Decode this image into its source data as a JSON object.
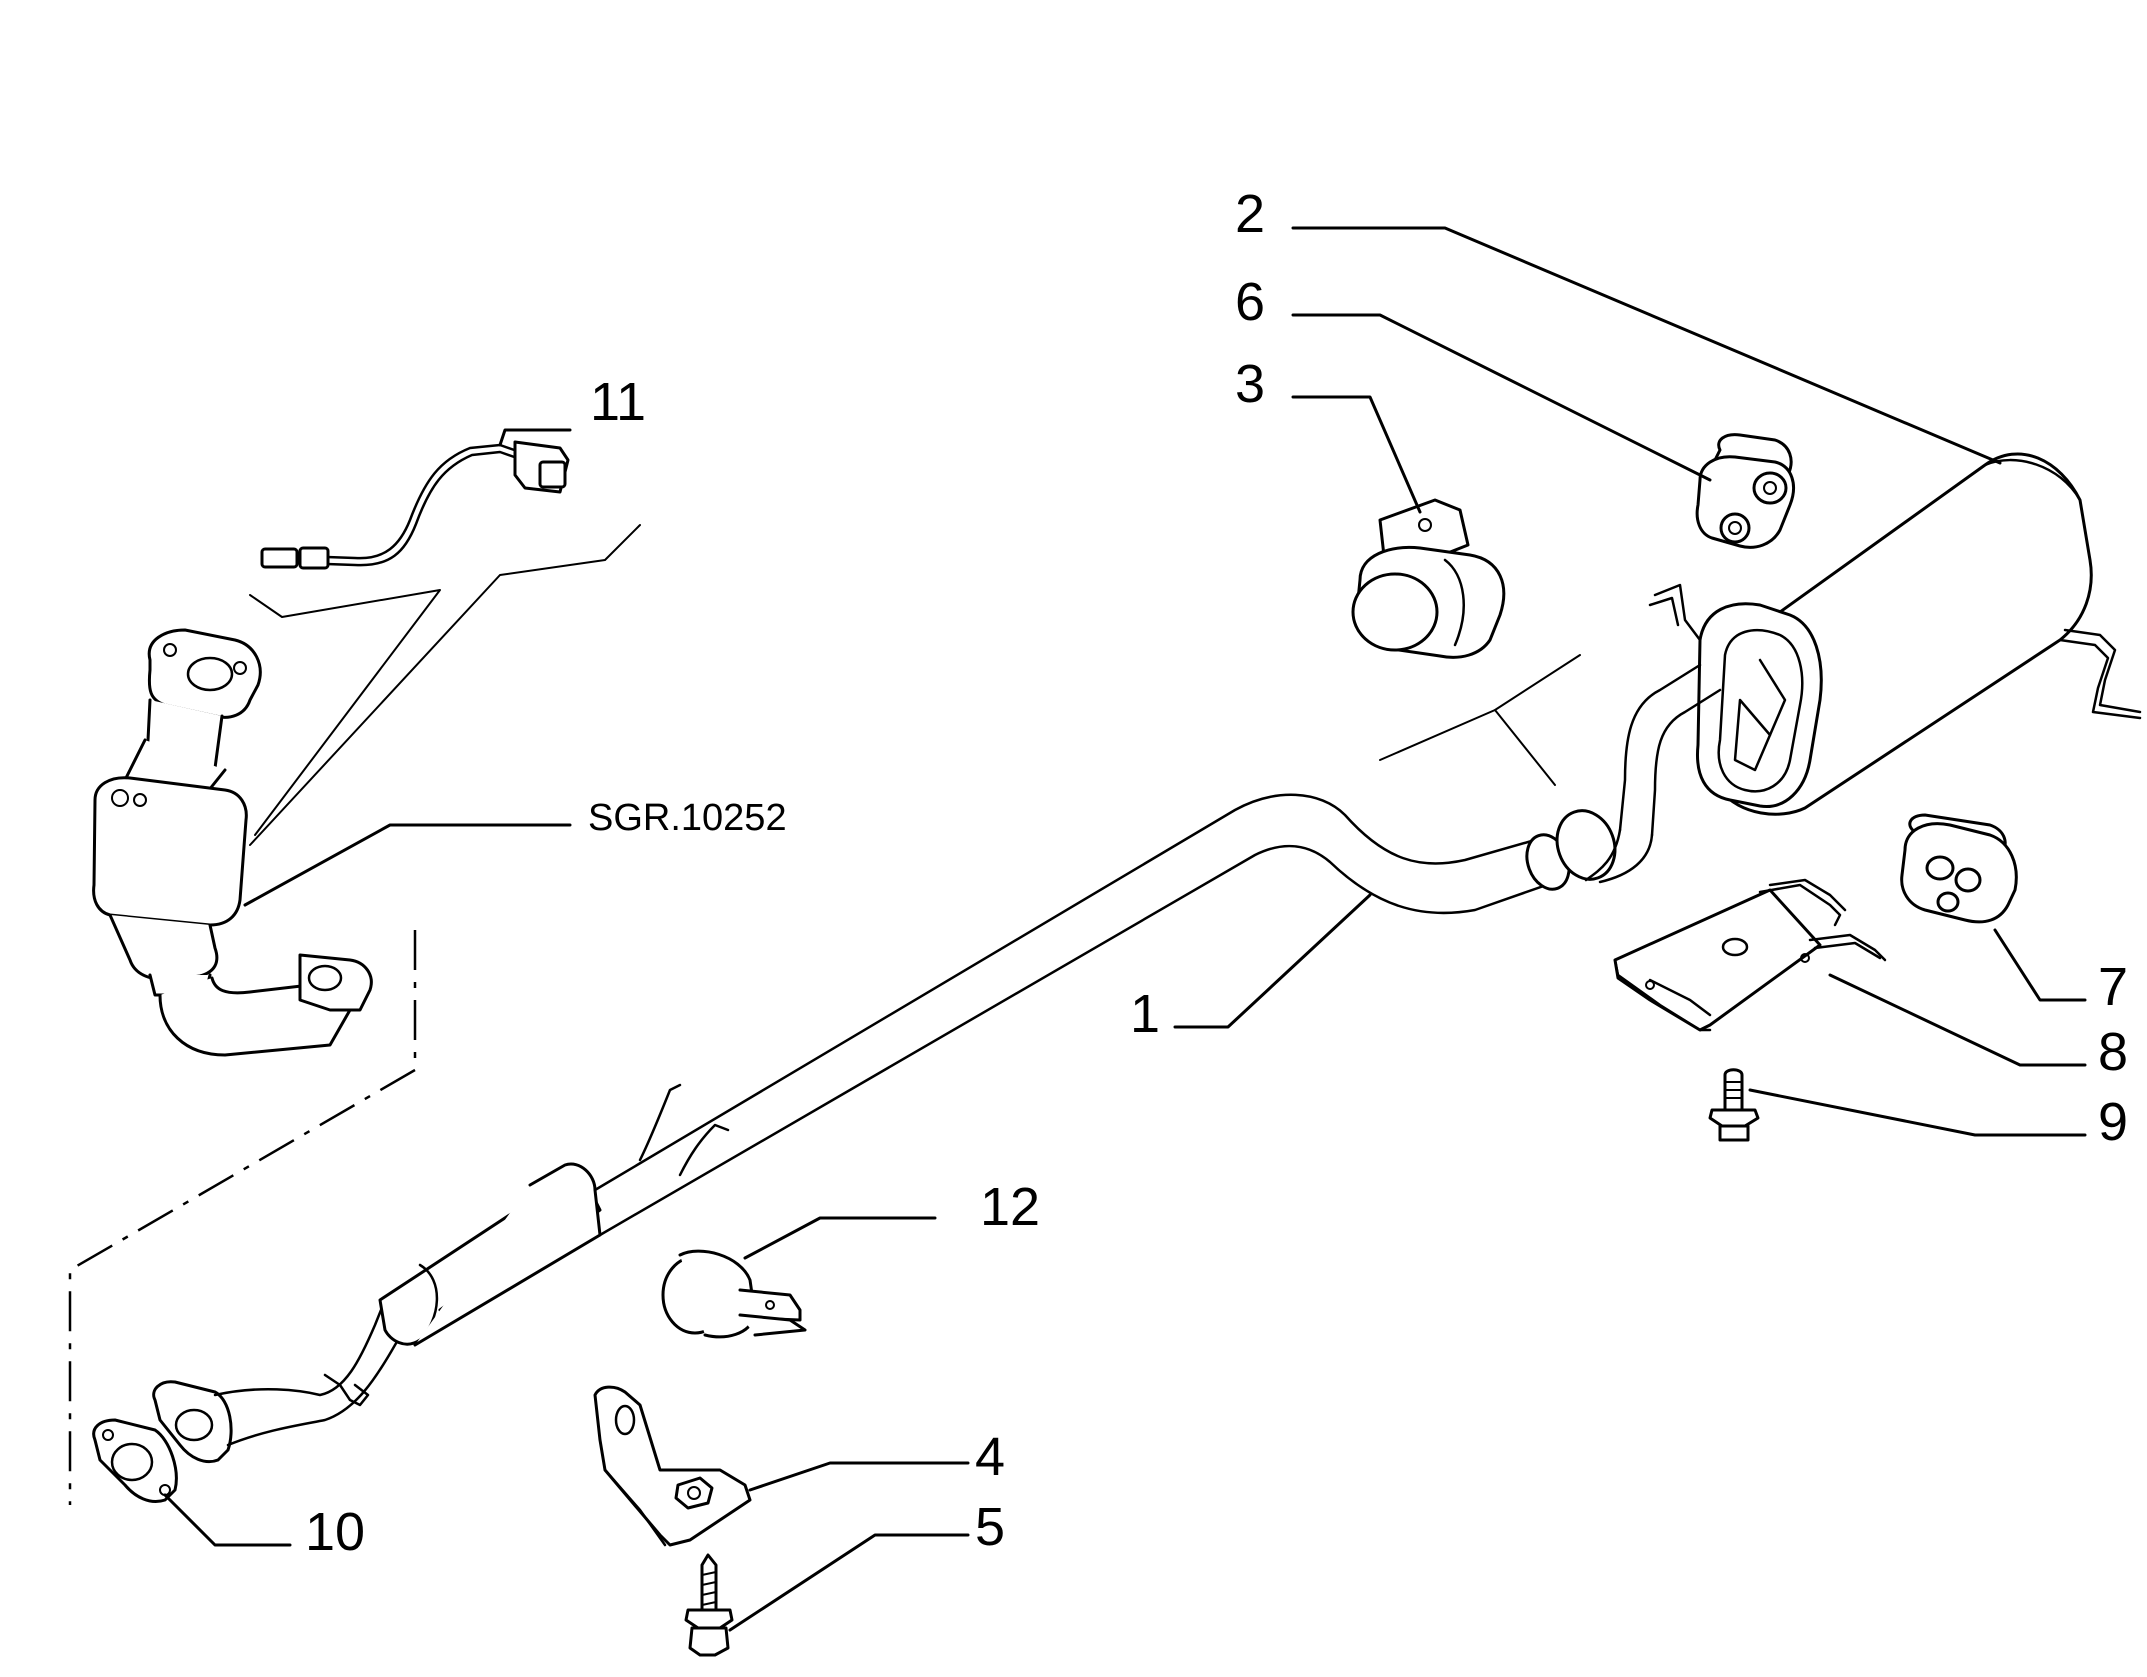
{
  "diagram": {
    "parts": [
      {
        "id": "1",
        "label": "1"
      },
      {
        "id": "2",
        "label": "2"
      },
      {
        "id": "3",
        "label": "3"
      },
      {
        "id": "4",
        "label": "4"
      },
      {
        "id": "5",
        "label": "5"
      },
      {
        "id": "6",
        "label": "6"
      },
      {
        "id": "7",
        "label": "7"
      },
      {
        "id": "8",
        "label": "8"
      },
      {
        "id": "9",
        "label": "9"
      },
      {
        "id": "10",
        "label": "10"
      },
      {
        "id": "11",
        "label": "11"
      },
      {
        "id": "12",
        "label": "12"
      }
    ],
    "reference": "SGR.10252"
  }
}
